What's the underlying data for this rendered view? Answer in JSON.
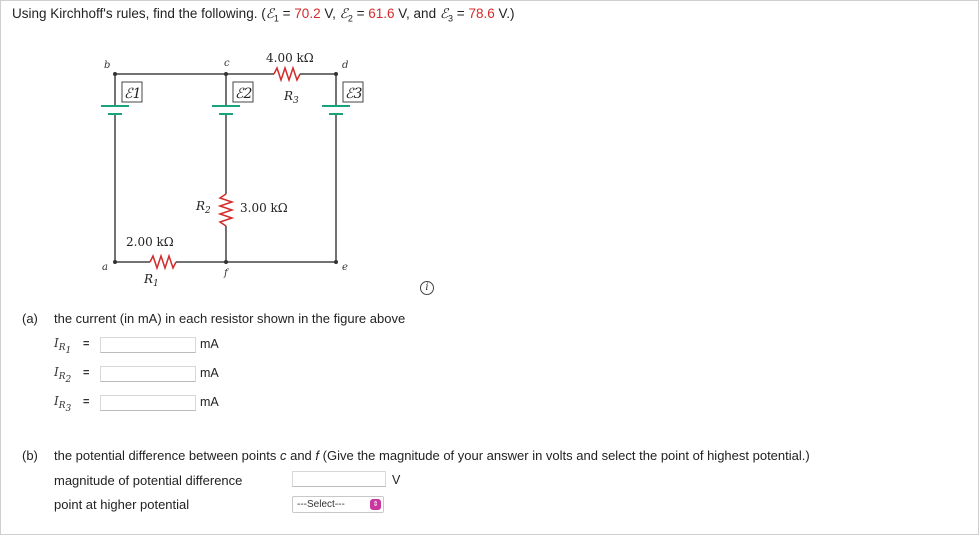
{
  "question": {
    "prefix": "Using Kirchhoff's rules, find the following. (",
    "e1_sub": "1",
    "e1_value": "70.2",
    "e2_sub": "2",
    "e2_value": "61.6",
    "e3_sub": "3",
    "e3_value": "78.6",
    "unit_v": "V",
    "and_text": "and",
    "suffix": ")"
  },
  "figure": {
    "nodes": [
      "a",
      "b",
      "c",
      "d",
      "e",
      "f"
    ],
    "r3_value": "4.00 kΩ",
    "r3_label": "R",
    "r3_sub": "3",
    "r2_value": "3.00 kΩ",
    "r2_label": "R",
    "r2_sub": "2",
    "r1_value": "2.00 kΩ",
    "r1_label": "R",
    "r1_sub": "1",
    "emf_labels": [
      "ℰ1",
      "ℰ2",
      "ℰ3"
    ]
  },
  "part_a": {
    "letter": "(a)",
    "text": "the current (in mA) in each resistor shown in the figure above",
    "rows": [
      {
        "var": "I",
        "sub": "R",
        "subsub": "1",
        "eq": "=",
        "value": "",
        "unit": "mA"
      },
      {
        "var": "I",
        "sub": "R",
        "subsub": "2",
        "eq": "=",
        "value": "",
        "unit": "mA"
      },
      {
        "var": "I",
        "sub": "R",
        "subsub": "3",
        "eq": "=",
        "value": "",
        "unit": "mA"
      }
    ]
  },
  "part_b": {
    "letter": "(b)",
    "text_before": "the potential difference between points ",
    "point_c": "c",
    "and_text": " and ",
    "point_f": "f",
    "text_after": " (Give the magnitude of your answer in volts and select the point of highest potential.)",
    "magnitude_label": "magnitude of potential difference",
    "magnitude_value": "",
    "magnitude_unit": "V",
    "point_label": "point at higher potential",
    "select_value": "---Select---"
  },
  "colors": {
    "given_value": "#d42a2a",
    "select_chevron": "#c9379e",
    "resistor": "#d42a2a"
  }
}
